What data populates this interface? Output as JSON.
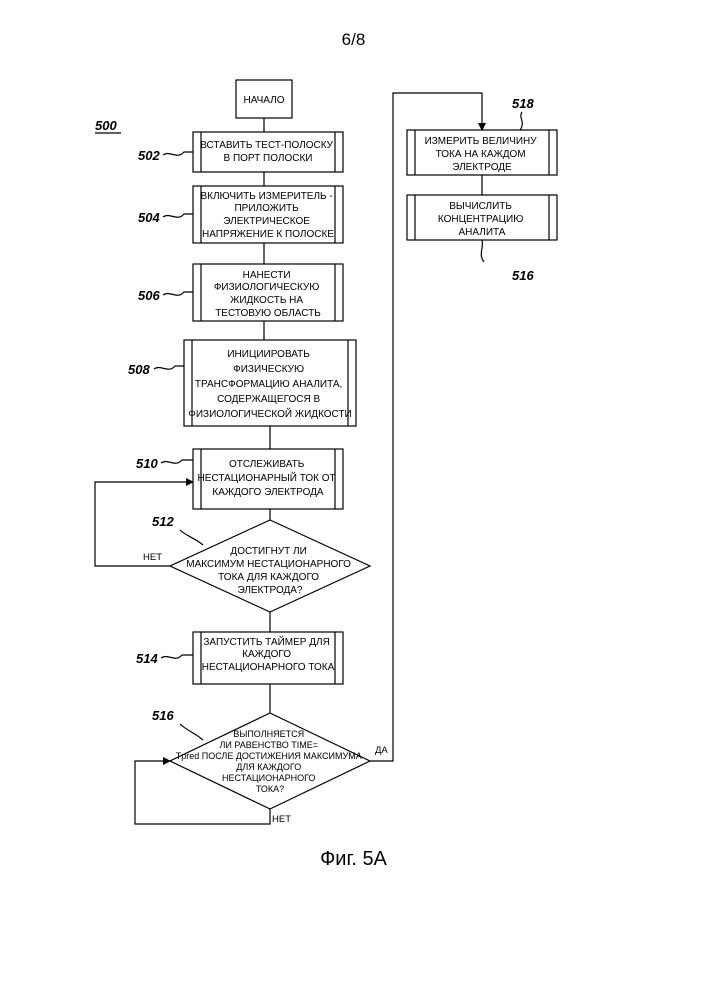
{
  "page_number": "6/8",
  "figure_caption": "Фиг. 5А",
  "diagram_ref": "500",
  "steps": {
    "start": {
      "lines": [
        "НАЧАЛО"
      ]
    },
    "s502": {
      "ref": "502",
      "lines": [
        "ВСТАВИТЬ ТЕСТ-ПОЛОСКУ",
        "В ПОРТ ПОЛОСКИ"
      ]
    },
    "s504": {
      "ref": "504",
      "lines": [
        "ВКЛЮЧИТЬ ИЗМЕРИТЕЛЬ -",
        "ПРИЛОЖИТЬ",
        "ЭЛЕКТРИЧЕСКОЕ",
        "НАПРЯЖЕНИЕ К ПОЛОСКЕ"
      ]
    },
    "s506": {
      "ref": "506",
      "lines": [
        "НАНЕСТИ",
        "ФИЗИОЛОГИЧЕСКУЮ",
        "ЖИДКОСТЬ НА",
        "ТЕСТОВУЮ ОБЛАСТЬ"
      ]
    },
    "s508": {
      "ref": "508",
      "lines": [
        "ИНИЦИИРОВАТЬ",
        "ФИЗИЧЕСКУЮ",
        "ТРАНСФОРМАЦИЮ АНАЛИТА,",
        "СОДЕРЖАЩЕГОСЯ В",
        "ФИЗИОЛОГИЧЕСКОЙ ЖИДКОСТИ"
      ]
    },
    "s510": {
      "ref": "510",
      "lines": [
        "ОТСЛЕЖИВАТЬ",
        "НЕСТАЦИОНАРНЫЙ ТОК ОТ",
        "КАЖДОГО ЭЛЕКТРОДА"
      ]
    },
    "d512": {
      "ref": "512",
      "lines": [
        "ДОСТИГНУТ ЛИ",
        "МАКСИМУМ НЕСТАЦИОНАРНОГО",
        "ТОКА ДЛЯ КАЖДОГО",
        "ЭЛЕКТРОДА?"
      ],
      "no_label": "НЕТ"
    },
    "s514": {
      "ref": "514",
      "lines": [
        "ЗАПУСТИТЬ ТАЙМЕР ДЛЯ",
        "КАЖДОГО",
        "НЕСТАЦИОНАРНОГО ТОКА"
      ]
    },
    "d516": {
      "ref": "516",
      "lines": [
        "ВЫПОЛНЯЕТСЯ",
        "ЛИ РАВЕНСТВО TIME=",
        "Tpred ПОСЛЕ ДОСТИЖЕНИЯ МАКСИМУМА",
        "ДЛЯ КАЖДОГО",
        "НЕСТАЦИОНАРНОГО",
        "ТОКА?"
      ],
      "yes_label": "ДА",
      "no_label": "НЕТ"
    },
    "s518": {
      "ref": "518",
      "lines": [
        "ИЗМЕРИТЬ ВЕЛИЧИНУ",
        "ТОКА НА КАЖДОМ",
        "ЭЛЕКТРОДЕ"
      ]
    },
    "s_calc": {
      "ref": "516",
      "lines": [
        "ВЫЧИСЛИТЬ",
        "КОНЦЕНТРАЦИЮ",
        "АНАЛИТА"
      ]
    }
  }
}
